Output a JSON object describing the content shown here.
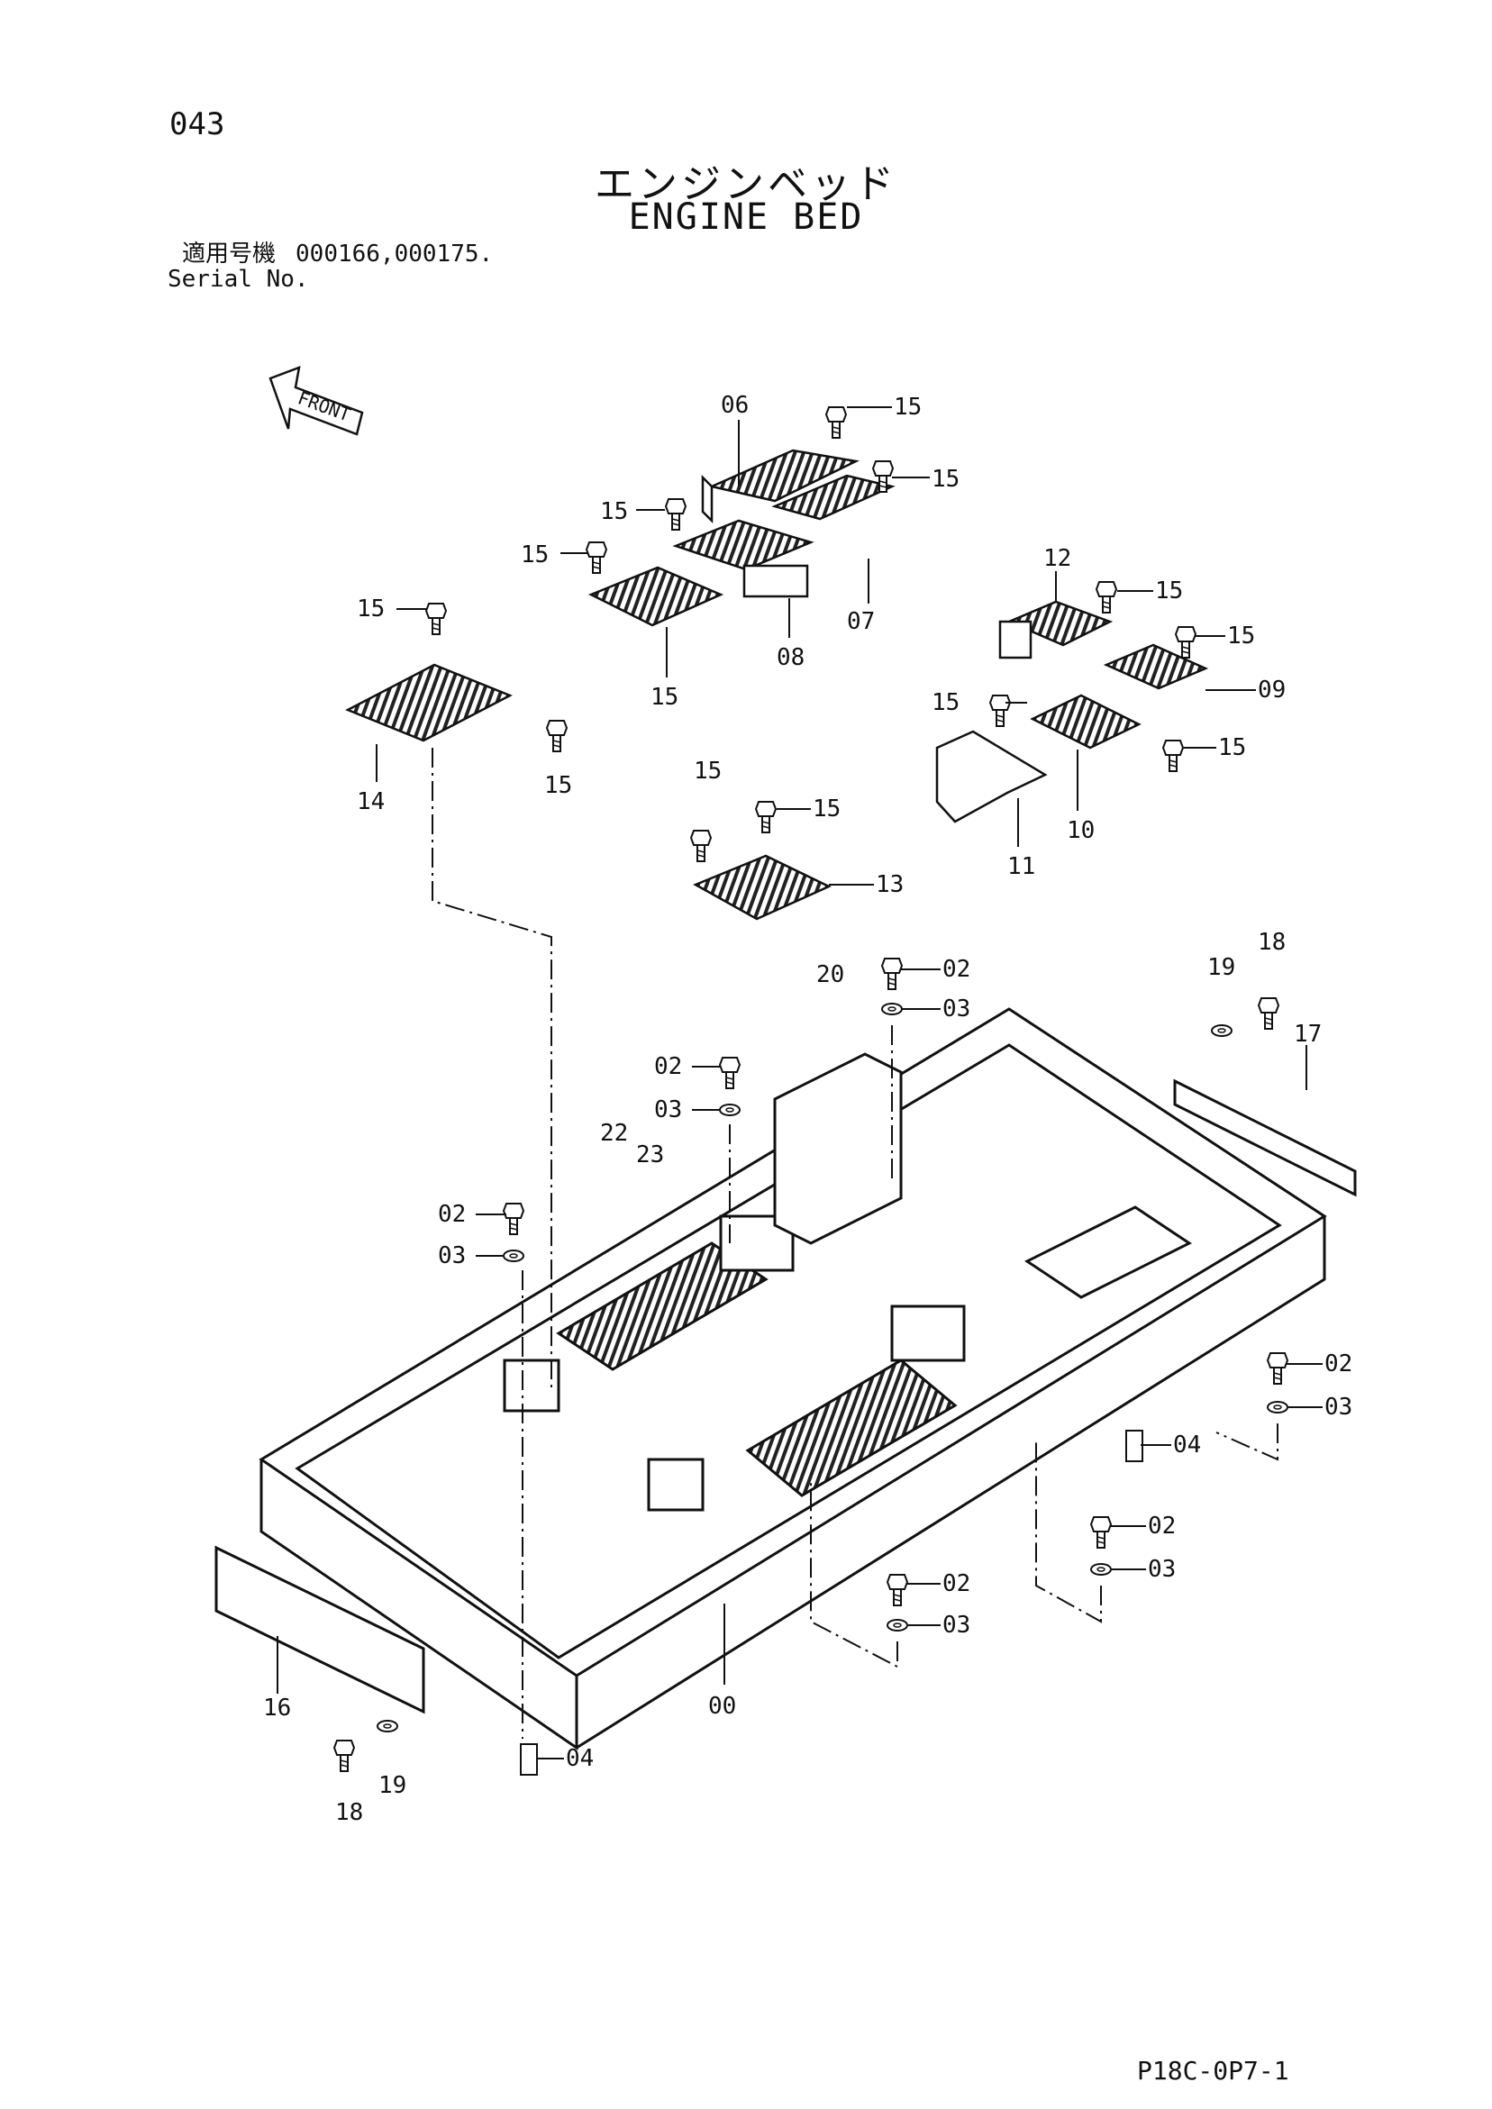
{
  "header": {
    "page_number": "043",
    "title_jp": "エンジンベッド",
    "title_en": "ENGINE BED",
    "serial_label_jp": "適用号機",
    "serial_numbers": "000166,000175.",
    "serial_label_en": "Serial No."
  },
  "direction_label": "FRONT",
  "callouts": [
    {
      "label": "06"
    },
    {
      "label": "15"
    },
    {
      "label": "15"
    },
    {
      "label": "15"
    },
    {
      "label": "15"
    },
    {
      "label": "07"
    },
    {
      "label": "08"
    },
    {
      "label": "15"
    },
    {
      "label": "12"
    },
    {
      "label": "15"
    },
    {
      "label": "15"
    },
    {
      "label": "09"
    },
    {
      "label": "15"
    },
    {
      "label": "15"
    },
    {
      "label": "10"
    },
    {
      "label": "11"
    },
    {
      "label": "15"
    },
    {
      "label": "14"
    },
    {
      "label": "15"
    },
    {
      "label": "15"
    },
    {
      "label": "15"
    },
    {
      "label": "13"
    },
    {
      "label": "20"
    },
    {
      "label": "02"
    },
    {
      "label": "03"
    },
    {
      "label": "19"
    },
    {
      "label": "18"
    },
    {
      "label": "17"
    },
    {
      "label": "02"
    },
    {
      "label": "03"
    },
    {
      "label": "22"
    },
    {
      "label": "23"
    },
    {
      "label": "02"
    },
    {
      "label": "03"
    },
    {
      "label": "02"
    },
    {
      "label": "03"
    },
    {
      "label": "04"
    },
    {
      "label": "02"
    },
    {
      "label": "03"
    },
    {
      "label": "02"
    },
    {
      "label": "03"
    },
    {
      "label": "00"
    },
    {
      "label": "16"
    },
    {
      "label": "04"
    },
    {
      "label": "19"
    },
    {
      "label": "18"
    }
  ],
  "footer": {
    "document_code": "P18C-0P7-1"
  }
}
